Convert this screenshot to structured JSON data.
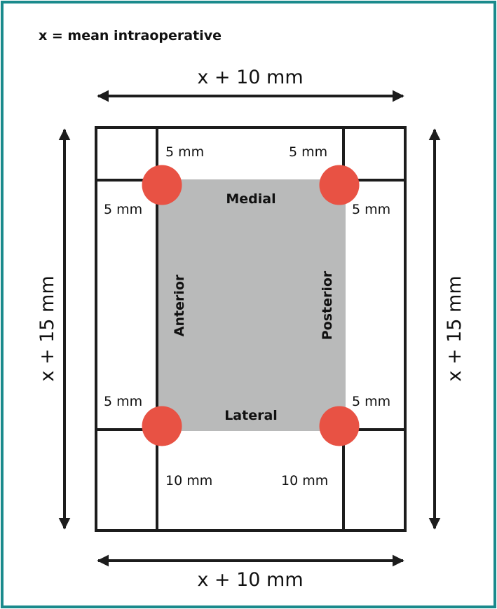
{
  "legend": "x = mean intraoperative",
  "dimensions": {
    "top_width": "x + 10 mm",
    "bottom_width": "x + 10 mm",
    "left_height": "x + 15 mm",
    "right_height": "x + 15 mm"
  },
  "margins": {
    "top_left_top": "5 mm",
    "top_right_top": "5 mm",
    "top_left_side": "5 mm",
    "top_right_side": "5 mm",
    "bottom_left_side": "5 mm",
    "bottom_right_side": "5 mm",
    "bottom_left_bottom": "10 mm",
    "bottom_right_bottom": "10 mm"
  },
  "sides": {
    "medial": "Medial",
    "lateral": "Lateral",
    "anterior": "Anterior",
    "posterior": "Posterior"
  },
  "colors": {
    "border": "#1a8a8c",
    "graft_area": "#b9baba",
    "marker": "#e85244",
    "lines": "#1c1c1c"
  }
}
